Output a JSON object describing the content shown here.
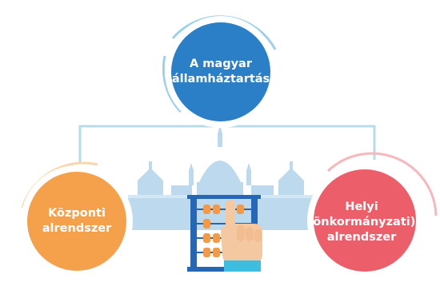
{
  "nodes": {
    "top": {
      "label": "A magyar\nállamháztartás"
    },
    "left": {
      "label": "Központi\nalrendszer"
    },
    "right": {
      "label": "Helyi\n(önkormányzati)\nalrendszer"
    }
  },
  "colors": {
    "connector": "#b8dbea",
    "top_fill": "#2a7fc6",
    "top_ring": "#9fd0ea",
    "left_fill": "#f5a04a",
    "left_ring": "#fbd6ad",
    "right_fill": "#ec5f6a",
    "right_ring": "#f6b7bd",
    "parliament": "#bcd9ee",
    "abacus_frame": "#2566b7",
    "abacus_bead": "#f2994a",
    "hand_skin": "#f4c9a2",
    "sleeve": "#3dbde0"
  },
  "icons": {
    "background": "parliament-icon",
    "center": "abacus-icon",
    "pointer": "hand-icon"
  }
}
